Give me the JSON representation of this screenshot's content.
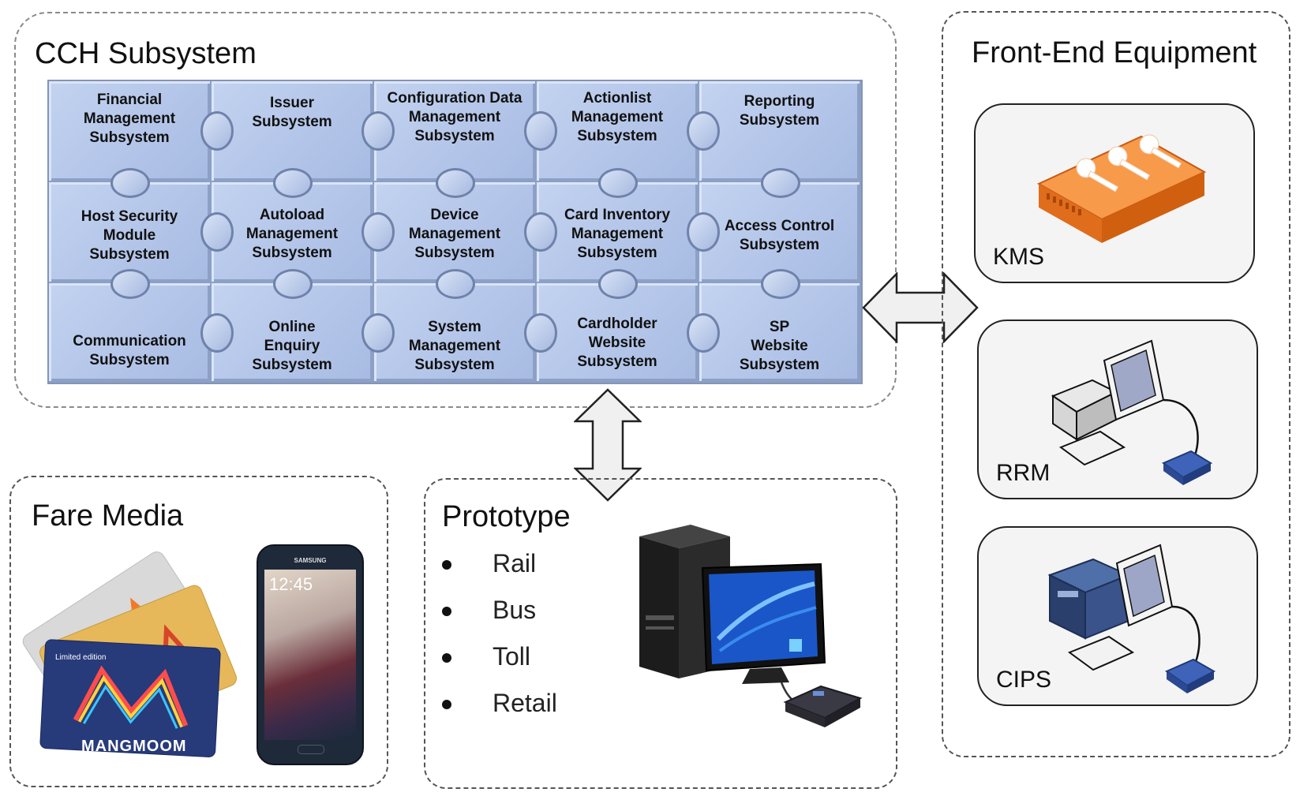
{
  "cch": {
    "title": "CCH Subsystem",
    "pieces": [
      {
        "label": "Financial\nManagement\nSubsystem"
      },
      {
        "label": "Issuer\nSubsystem"
      },
      {
        "label": "Configuration  Data\nManagement\nSubsystem"
      },
      {
        "label": "Actionlist\nManagement\nSubsystem"
      },
      {
        "label": "Reporting\nSubsystem"
      },
      {
        "label": "Host Security\nModule\nSubsystem"
      },
      {
        "label": "Autoload\nManagement\nSubsystem"
      },
      {
        "label": "Device\nManagement\nSubsystem"
      },
      {
        "label": "Card Inventory\nManagement\nSubsystem"
      },
      {
        "label": "Access Control\nSubsystem"
      },
      {
        "label": "Communication\nSubsystem"
      },
      {
        "label": "Online\nEnquiry\nSubsystem"
      },
      {
        "label": "System\nManagement\nSubsystem"
      },
      {
        "label": "Cardholder\nWebsite\nSubsystem"
      },
      {
        "label": "SP\nWebsite\nSubsystem"
      }
    ]
  },
  "front_end": {
    "title": "Front-End Equipment",
    "devices": [
      {
        "label": "KMS"
      },
      {
        "label": "RRM"
      },
      {
        "label": "CIPS"
      }
    ]
  },
  "fare_media": {
    "title": "Fare Media",
    "card_edition": "Limited edition",
    "card_brand": "MANGMOOM",
    "phone_brand": "SAMSUNG",
    "phone_time": "12:45"
  },
  "prototype": {
    "title": "Prototype",
    "items": [
      "Rail",
      "Bus",
      "Toll",
      "Retail"
    ]
  },
  "colors": {
    "puzzle_fill": "#b4c6e8",
    "kms_orange": "#f07a2a",
    "arrow_fill": "#f0f0f0"
  }
}
